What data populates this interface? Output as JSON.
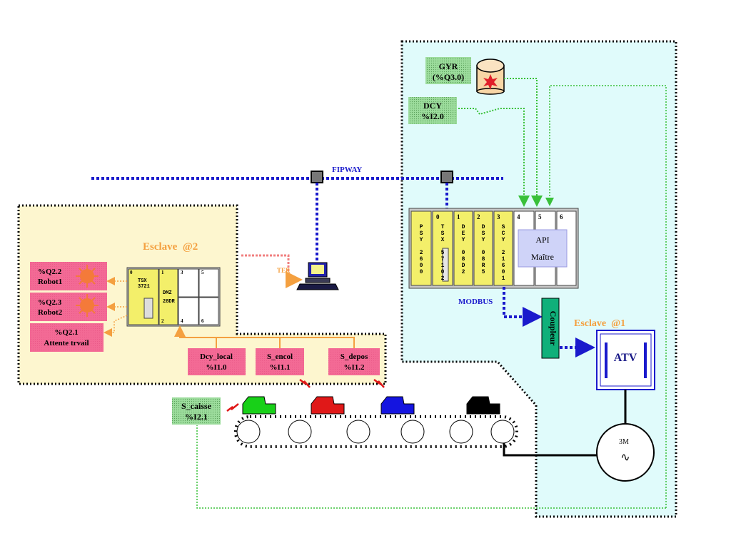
{
  "network": {
    "fipway": "FIPWAY",
    "modbus": "MODBUS",
    "ter": "TER"
  },
  "master": {
    "gyr_line1": "GYR",
    "gyr_line2": "(%Q3.0)",
    "dcy_line1": "DCY",
    "dcy_line2": "%I2.0",
    "slot_numbers": [
      "0",
      "1",
      "2",
      "3",
      "4",
      "5",
      "6"
    ],
    "psy_label": [
      "P",
      "S",
      "Y",
      "",
      "2",
      "6",
      "0",
      "0"
    ],
    "tsx_label": [
      "T",
      "S",
      "X",
      "",
      "5",
      "7",
      "1",
      "0",
      "2"
    ],
    "dey_label": [
      "D",
      "E",
      "Y",
      "",
      "0",
      "8",
      "D",
      "2"
    ],
    "dsy_label": [
      "D",
      "S",
      "Y",
      "",
      "0",
      "8",
      "R",
      "5"
    ],
    "scy_label": [
      "S",
      "C",
      "Y",
      "",
      "2",
      "1",
      "6",
      "0",
      "1"
    ],
    "api_line1": "API",
    "api_line2": "Maître",
    "coupleur": "Coupleur"
  },
  "slave1": {
    "title": "Esclave  @1",
    "atv": "ATV",
    "motor_line1": "3M",
    "motor_symbol": "∿"
  },
  "slave2": {
    "title": "Esclave  @2",
    "tsx_line1": "TSX",
    "tsx_line2": "3721",
    "dmz_line1": "DMZ",
    "dmz_line2": "28DR",
    "slots": [
      "0",
      "1",
      "2",
      "3",
      "4",
      "5",
      "6"
    ],
    "outputs": [
      {
        "line1": "%Q2.2",
        "line2": "Robot1"
      },
      {
        "line1": "%Q2.3",
        "line2": "Robot2"
      },
      {
        "line1": "%Q2.1",
        "line2": "Attente trvail"
      }
    ],
    "inputs": [
      {
        "line1": "Dcy_local",
        "line2": "%I1.0"
      },
      {
        "line1": "S_encol",
        "line2": "%I1.1"
      },
      {
        "line1": "S_depos",
        "line2": "%I1.2"
      }
    ]
  },
  "sensor": {
    "line1": "S_caisse",
    "line2": "%I2.1"
  },
  "colors": {
    "fipway": "#1a1acc",
    "master_zone": "#e0fbfb",
    "slave2_zone": "#fdf6cf",
    "module_yellow": "#f3ef6a",
    "pink_label": "#f36a95",
    "green_label": "#9cdc9c",
    "orange": "#f4a040",
    "teal": "#10b07a"
  }
}
